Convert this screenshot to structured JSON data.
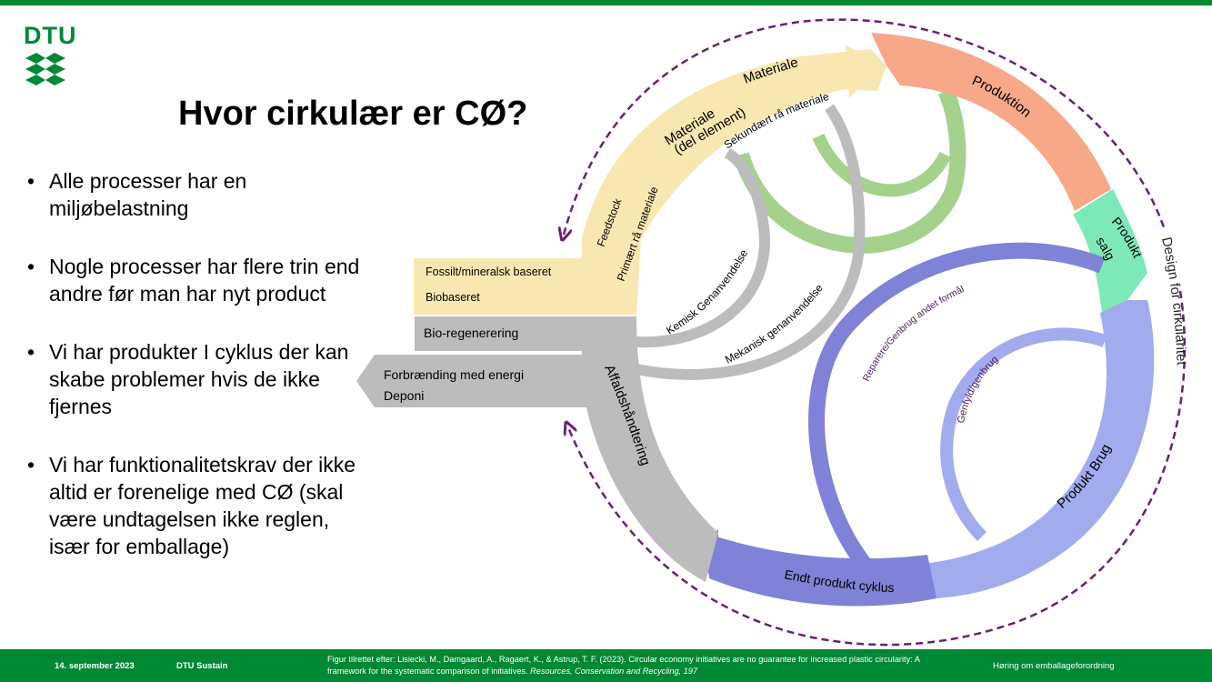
{
  "header": {
    "logo_text": "DTU"
  },
  "title": "Hvor cirkulær er CØ?",
  "bullets": [
    "Alle processer har en miljøbelastning",
    "Nogle processer har flere trin end andre før man har nyt product",
    "Vi har produkter I cyklus der kan skabe problemer hvis de ikke fjernes",
    "Vi har funktionalitetskrav der ikke altid er forenelige med CØ (skal være undtagelsen ikke reglen, især for emballage)"
  ],
  "diagram": {
    "materiale": "Materiale",
    "materiale_del_1": "Materiale",
    "materiale_del_2": "(del element)",
    "sekundaert": "Sekundært rå materiale",
    "feedstock": "Feedstock",
    "primaert": "Primært rå materiale",
    "fossilt": "Fossilt/mineralsk baseret",
    "biobaseret": "Biobaseret",
    "bio_regenerering": "Bio-regenerering",
    "forbraending": "Forbrænding med energi",
    "deponi": "Deponi",
    "affaldshaandtering": "Affaldshåndtering",
    "kemisk": "Kemisk Genanvendelse",
    "mekanisk": "Mekanisk genanvendelse",
    "produktion": "Produktion",
    "produkt_salg_1": "Produkt",
    "produkt_salg_2": "salg",
    "design": "Design for cirkularitet",
    "reparere": "Reparere/Genbrug andet formål",
    "genfyld": "Genfyld/genbrug",
    "produkt_brug": "Produkt Brug",
    "endt": "Endt produkt cyklus",
    "colors": {
      "materiale": "#f8e7b0",
      "produktion": "#f6a888",
      "salg": "#7de8b8",
      "brug": "#a3abef",
      "endt": "#7f82d6",
      "affald": "#bcbcbc",
      "green_loop": "#9fcf86",
      "design_dash": "#6b1f73"
    }
  },
  "footer": {
    "date": "14. september 2023",
    "org": "DTU Sustain",
    "citation_prefix": "Figur tilrettet efter: Lisiecki, M., Damgaard, A., Ragaert, K., & Astrup, T. F. (2023). Circular economy initiatives are no guarantee for increased plastic circularity: A framework for the systematic comparison of initiatives.",
    "citation_journal": "Resources, Conservation and Recycling, 197",
    "right_text": "Høring om emballageforordning"
  }
}
